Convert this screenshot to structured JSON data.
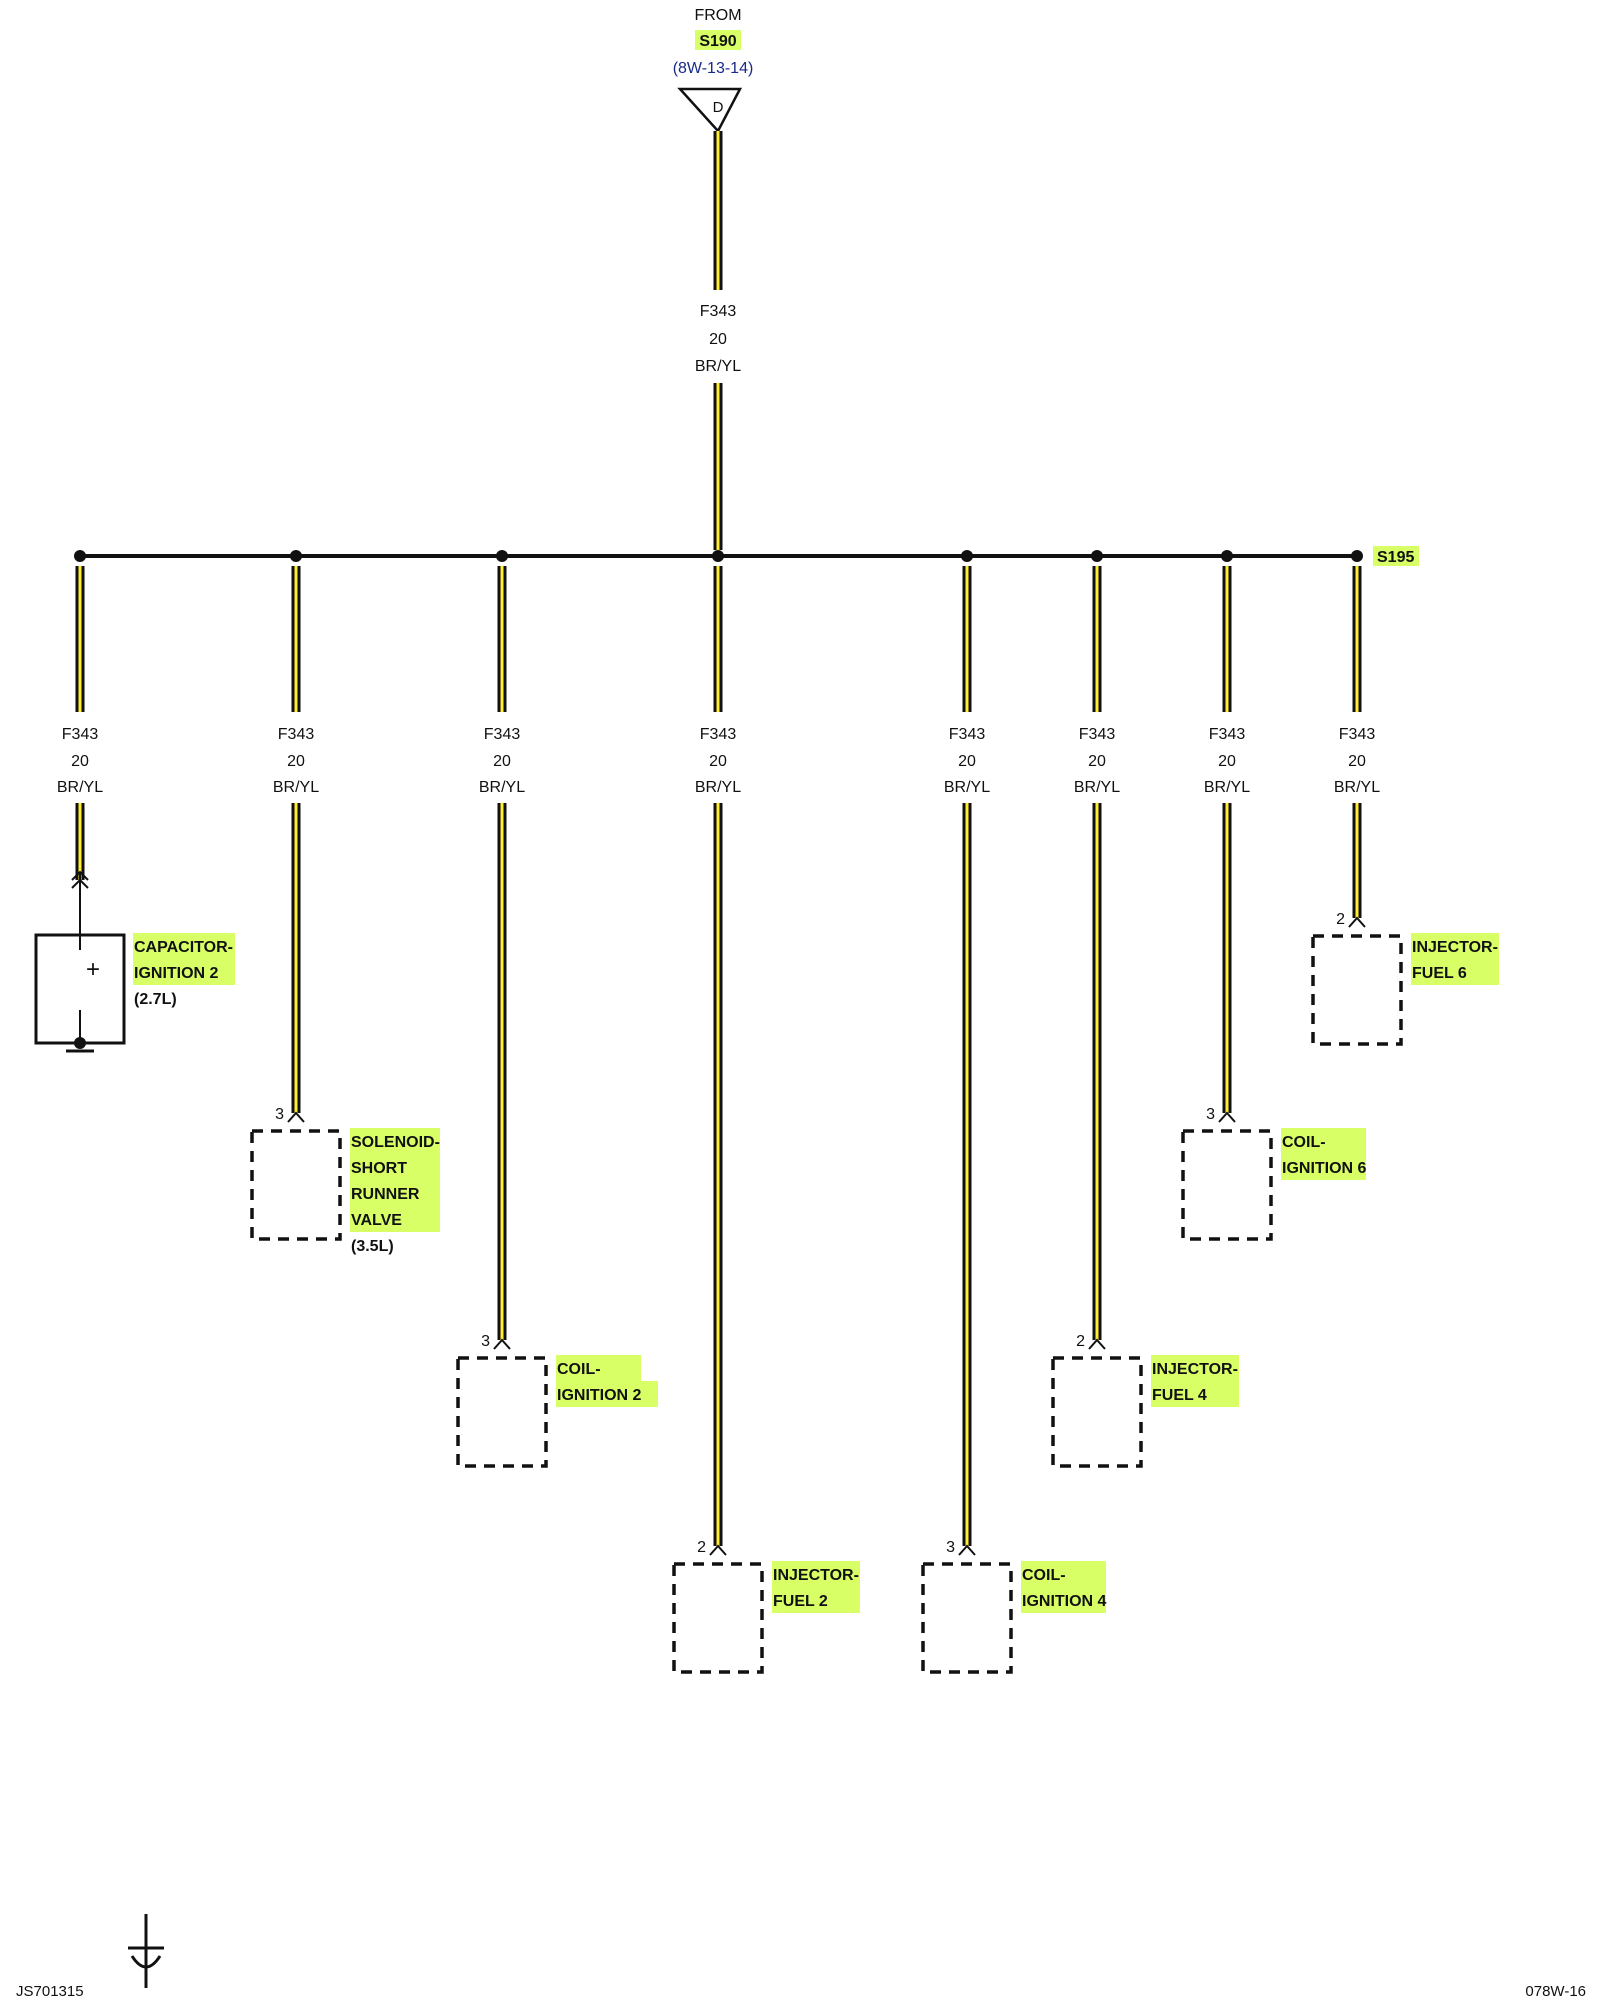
{
  "source": {
    "from_label": "FROM",
    "splice": "S190",
    "page_ref": "(8W-13-14)",
    "connector_letter": "D"
  },
  "main_wire": {
    "circuit": "F343",
    "gauge": "20",
    "color": "BR/YL"
  },
  "splice_end": "S195",
  "branches": [
    {
      "circuit": "F343",
      "gauge": "20",
      "color": "BR/YL",
      "pin": "",
      "name_lines": [
        "CAPACITOR-",
        "IGNITION 2"
      ],
      "note": "(2.7L)",
      "symbol": "+"
    },
    {
      "circuit": "F343",
      "gauge": "20",
      "color": "BR/YL",
      "pin": "3",
      "name_lines": [
        "SOLENOID-",
        "SHORT",
        "RUNNER",
        "VALVE"
      ],
      "note": "(3.5L)"
    },
    {
      "circuit": "F343",
      "gauge": "20",
      "color": "BR/YL",
      "pin": "3",
      "name_lines": [
        "COIL-",
        "IGNITION 2"
      ],
      "note": ""
    },
    {
      "circuit": "F343",
      "gauge": "20",
      "color": "BR/YL",
      "pin": "2",
      "name_lines": [
        "INJECTOR-",
        "FUEL 2"
      ],
      "note": ""
    },
    {
      "circuit": "F343",
      "gauge": "20",
      "color": "BR/YL",
      "pin": "3",
      "name_lines": [
        "COIL-",
        "IGNITION 4"
      ],
      "note": ""
    },
    {
      "circuit": "F343",
      "gauge": "20",
      "color": "BR/YL",
      "pin": "2",
      "name_lines": [
        "INJECTOR-",
        "FUEL 4"
      ],
      "note": ""
    },
    {
      "circuit": "F343",
      "gauge": "20",
      "color": "BR/YL",
      "pin": "3",
      "name_lines": [
        "COIL-",
        "IGNITION 6"
      ],
      "note": ""
    },
    {
      "circuit": "F343",
      "gauge": "20",
      "color": "BR/YL",
      "pin": "2",
      "name_lines": [
        "INJECTOR-",
        "FUEL 6"
      ],
      "note": ""
    }
  ],
  "footer": {
    "left_code": "JS701315",
    "right_code": "078W-16"
  },
  "colors": {
    "wire_core": "#111111",
    "wire_tracer": "#ffee33",
    "highlight": "#d9ff66",
    "ref_text": "#1a2a8a"
  }
}
